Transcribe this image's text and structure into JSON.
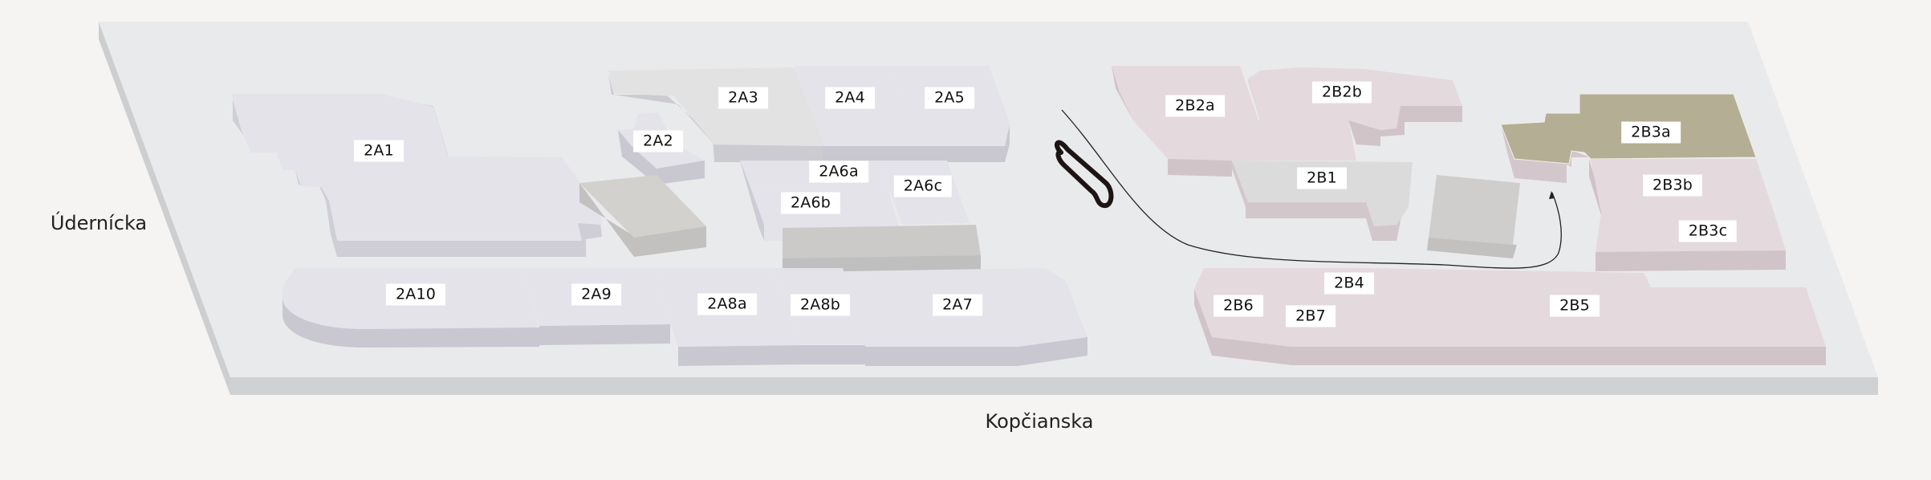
{
  "map": {
    "colors": {
      "background": "#f5f4f2",
      "platform_top": "#e9eaeb",
      "platform_side": "#cfd0d2",
      "zone_a_top": "#e4e3ea",
      "zone_a_side": "#c9c8d1",
      "zone_b_top": "#e4d9dd",
      "zone_b_side": "#d0c4c9",
      "highlight_top": "#b3ae94",
      "highlight_side": "#d4c7cc",
      "neutral_top": "#d7d6d4",
      "neutral_side": "#c2c1bf",
      "label_bg": "#ffffff",
      "label_text": "#111111",
      "path_line": "#222222"
    },
    "streets": {
      "west": "Údernícka",
      "south": "Kopčianska"
    },
    "buildings": {
      "a1": "2A1",
      "a2": "2A2",
      "a3": "2A3",
      "a4": "2A4",
      "a5": "2A5",
      "a6a": "2A6a",
      "a6b": "2A6b",
      "a6c": "2A6c",
      "a7": "2A7",
      "a8a": "2A8a",
      "a8b": "2A8b",
      "a9": "2A9",
      "a10": "2A10",
      "b1": "2B1",
      "b2a": "2B2a",
      "b2b": "2B2b",
      "b3a": "2B3a",
      "b3b": "2B3b",
      "b3c": "2B3c",
      "b4": "2B4",
      "b5": "2B5",
      "b6": "2B6",
      "b7": "2B7"
    },
    "selected_building": "2B3a",
    "icons": {
      "route": "route-path-icon",
      "entrance": "entrance-marker-icon"
    }
  }
}
